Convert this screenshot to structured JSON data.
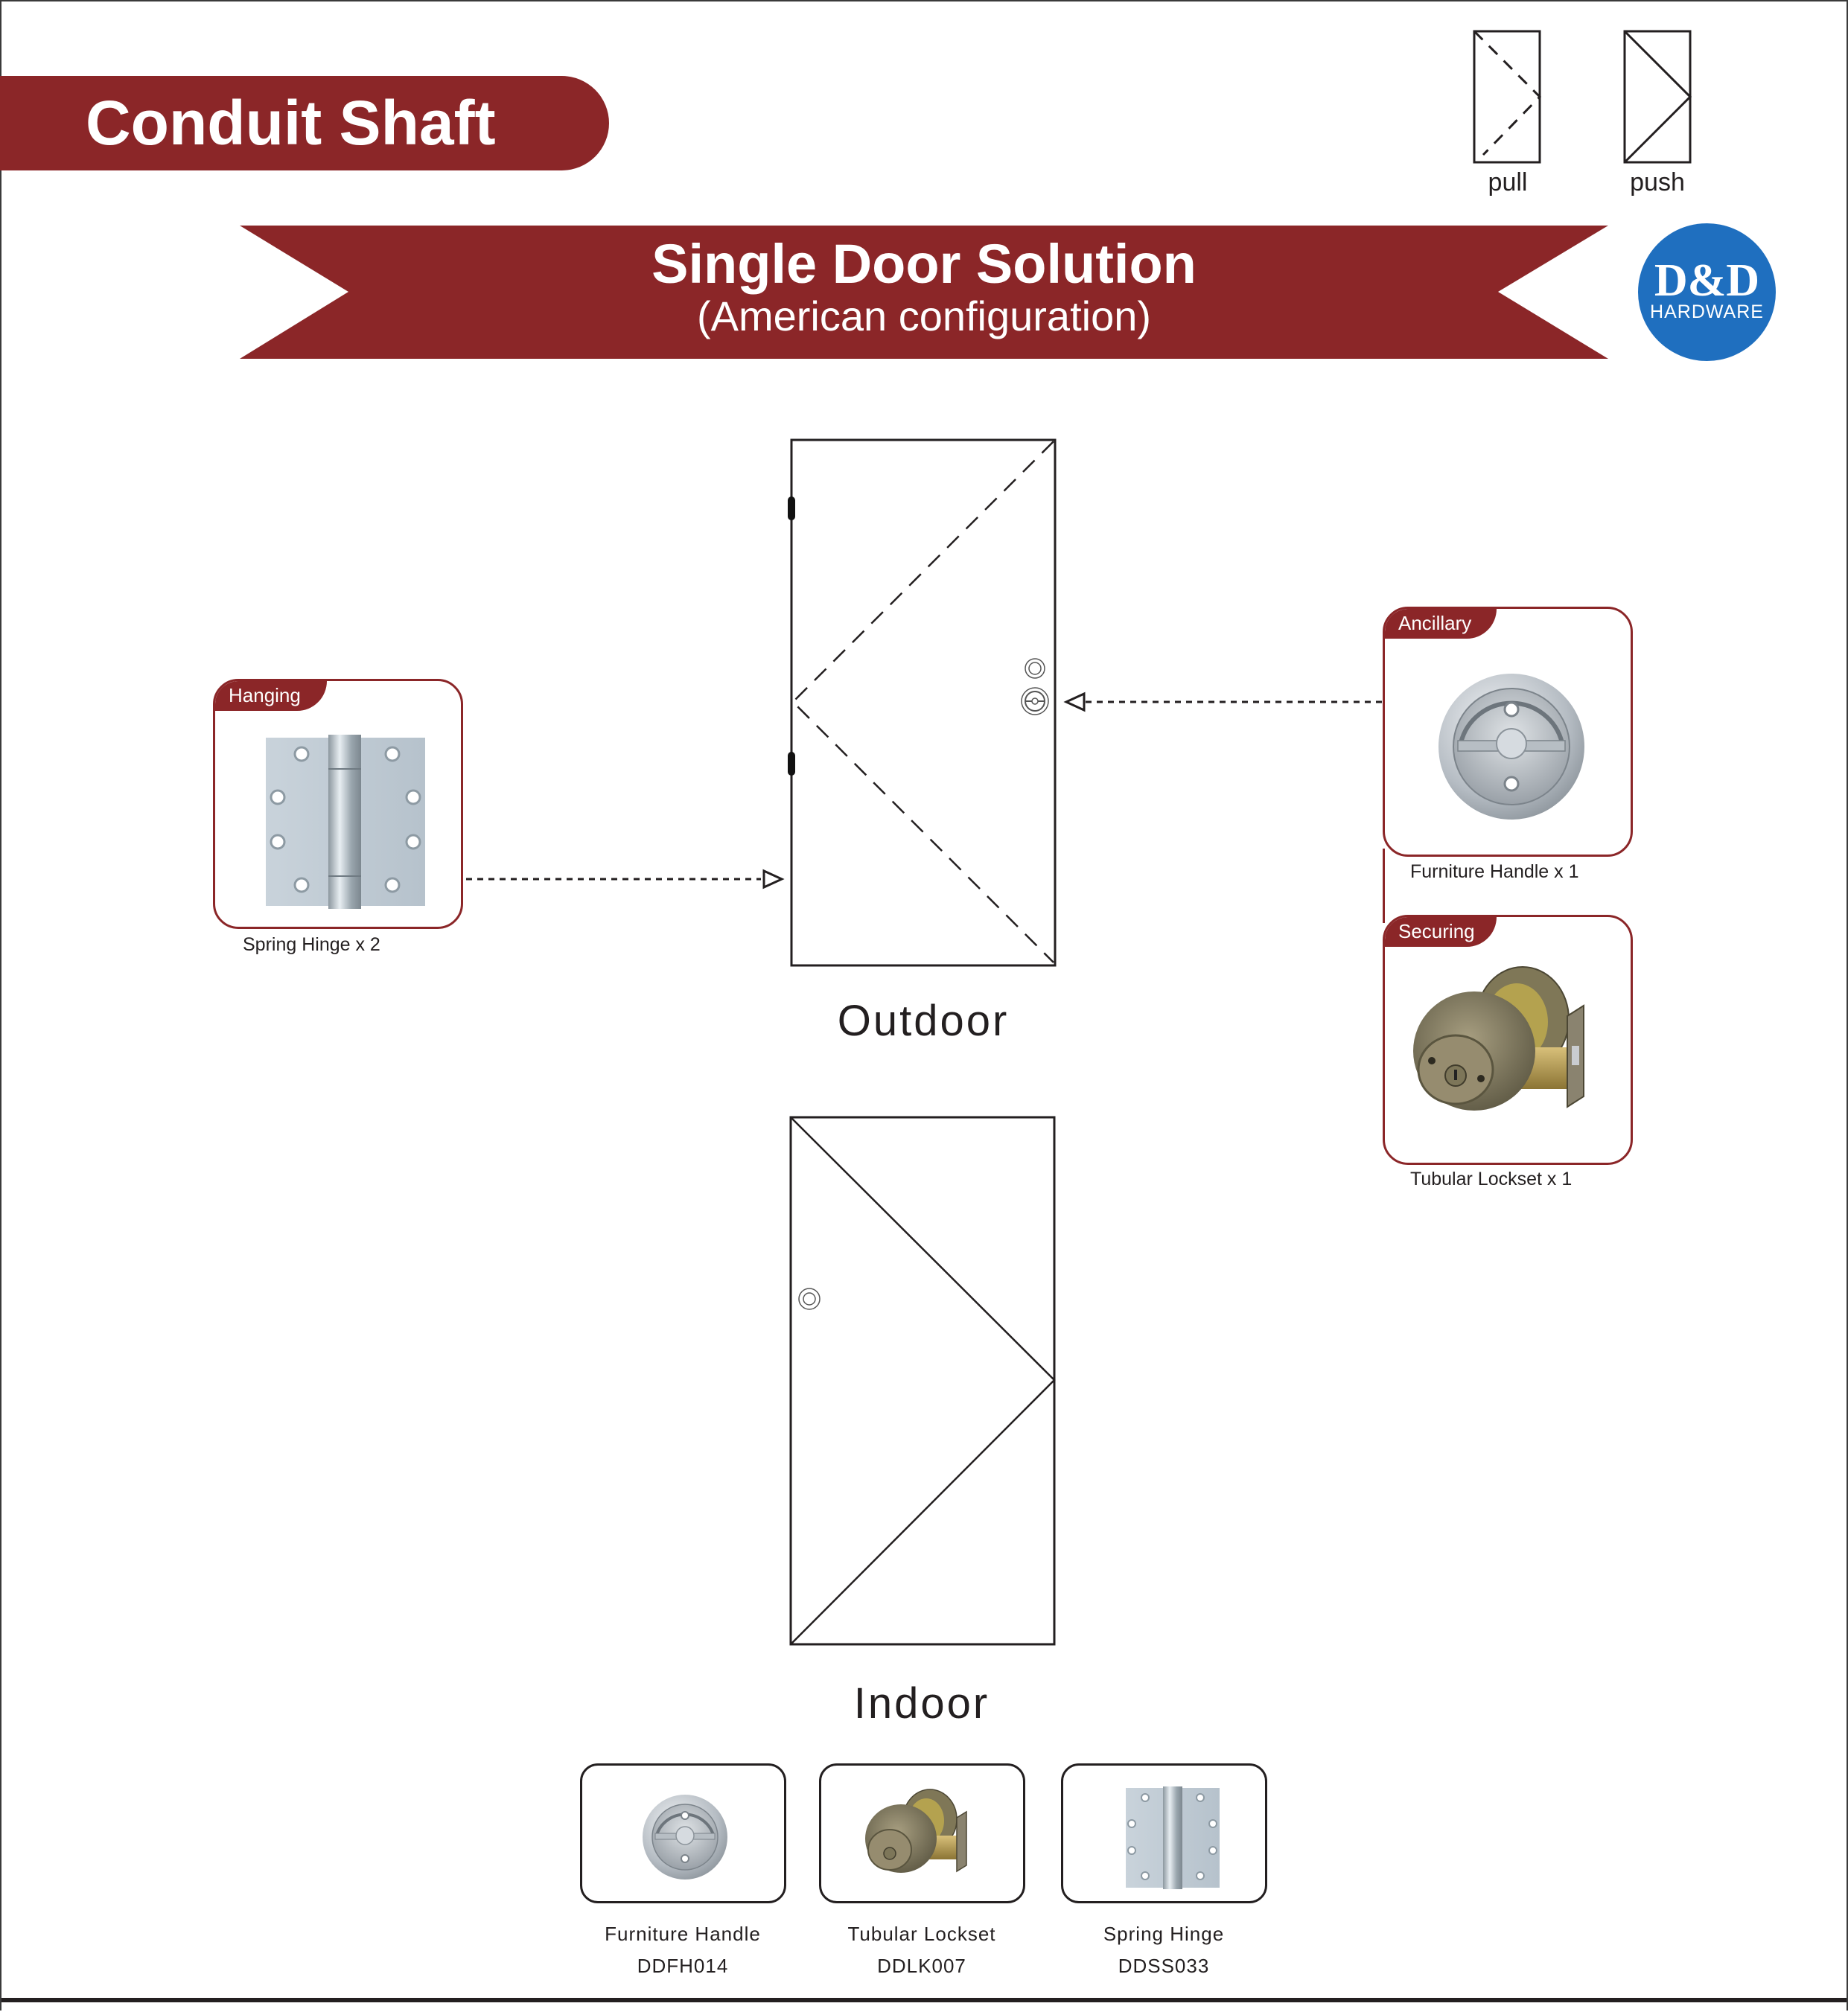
{
  "header": {
    "title": "Conduit Shaft",
    "legend": [
      {
        "label": "pull",
        "style": "dashed"
      },
      {
        "label": "push",
        "style": "solid"
      }
    ]
  },
  "ribbon": {
    "title": "Single Door Solution",
    "subtitle": "(American configuration)"
  },
  "logo": {
    "brand": "D&D",
    "tagline": "HARDWARE",
    "color": "#1f6fbf"
  },
  "colors": {
    "accent": "#8b2628",
    "line": "#231f20",
    "logo_blue": "#1f6fbf"
  },
  "doors": {
    "outdoor": {
      "label": "Outdoor",
      "swing": "pull"
    },
    "indoor": {
      "label": "Indoor",
      "swing": "push"
    }
  },
  "categories": [
    {
      "tag": "Hanging",
      "caption": "Spring Hinge x 2",
      "product": "spring-hinge"
    },
    {
      "tag": "Ancillary",
      "caption": "Furniture Handle x 1",
      "product": "furniture-handle"
    },
    {
      "tag": "Securing",
      "caption": "Tubular Lockset x 1",
      "product": "tubular-lockset"
    }
  ],
  "products": [
    {
      "name": "Furniture Handle",
      "code": "DDFH014"
    },
    {
      "name": "Tubular Lockset",
      "code": "DDLK007"
    },
    {
      "name": "Spring Hinge",
      "code": "DDSS033"
    }
  ]
}
